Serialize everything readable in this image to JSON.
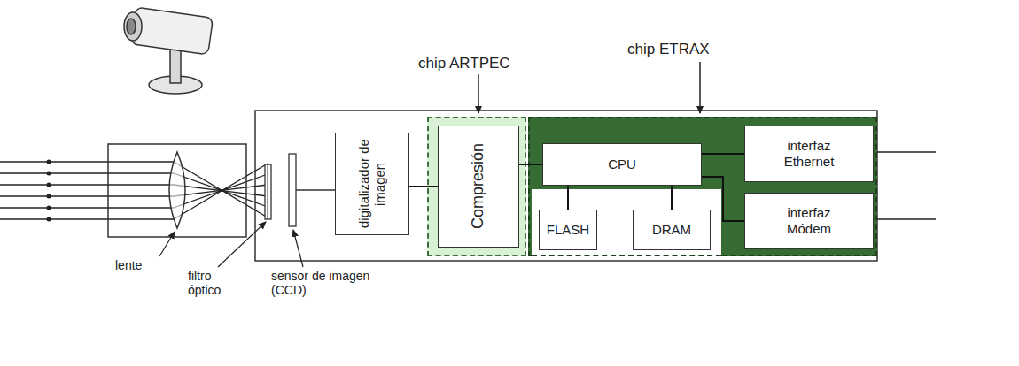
{
  "diagram": {
    "nodes": [
      {
        "text": [
          "digitalizador de imagen"
        ]
      },
      {
        "text": [
          "chip ARTPEC"
        ]
      },
      {
        "text": [
          "Compresión"
        ],
        "in": 1
      },
      {
        "text": [
          "chip ETRAX"
        ]
      },
      {
        "text": [
          "CPU"
        ],
        "in": 3
      },
      {
        "text": [
          "FLASH"
        ],
        "in": 3
      },
      {
        "text": [
          "DRAM"
        ],
        "in": 3
      },
      {
        "text": [
          "interfaz Ethernet"
        ],
        "in": 3
      },
      {
        "text": [
          "interfaz Módem"
        ],
        "in": 3
      }
    ],
    "edges": [
      {
        "from": 0,
        "to": 2,
        "arrow": "none"
      },
      {
        "from": 2,
        "to": 4,
        "arrow": "none"
      },
      {
        "from": 4,
        "to": 5,
        "arrow": "none"
      },
      {
        "from": 4,
        "to": 6,
        "arrow": "none"
      },
      {
        "from": 4,
        "to": 7,
        "arrow": "none"
      },
      {
        "from": 4,
        "to": 8,
        "arrow": "none"
      }
    ],
    "labels": [
      "lente",
      "filtro óptico",
      "sensor de imagen (CCD)"
    ]
  }
}
